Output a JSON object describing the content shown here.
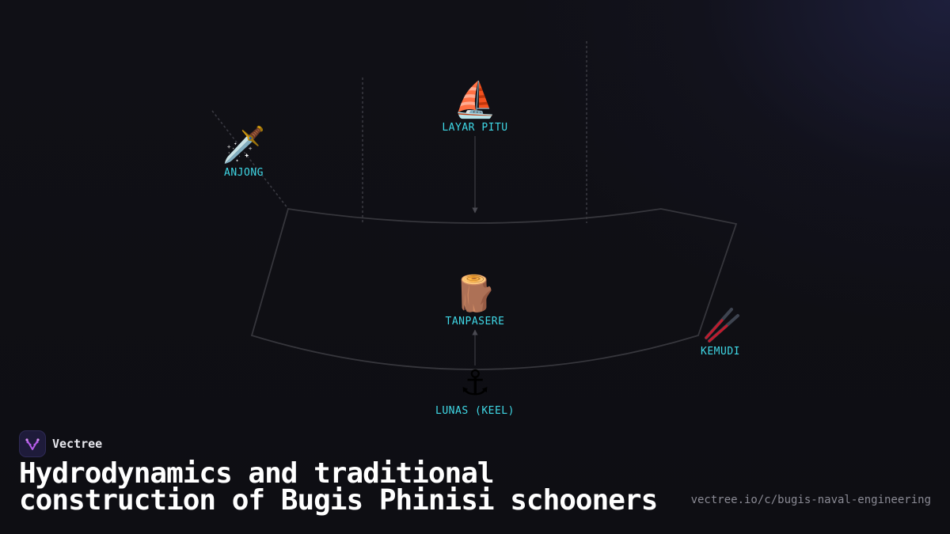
{
  "brand": {
    "name": "Vectree",
    "logo_icon": "vectree-logo-icon",
    "logo_color": "#b45be8"
  },
  "title": "Hydrodynamics and traditional construction of Bugis Phinisi schooners",
  "url": "vectree.io/c/bugis-naval-engineering",
  "colors": {
    "label": "#3fd8e6",
    "line": "#3a3a40",
    "background": "#0e0e13"
  },
  "nodes": {
    "layar_pitu": {
      "label": "LAYAR PITU",
      "icon": "sailboat-icon",
      "glyph": "⛵"
    },
    "anjong": {
      "label": "ANJONG",
      "icon": "dagger-icon",
      "glyph": "🗡️"
    },
    "tanpasere": {
      "label": "TANPASERE",
      "icon": "wood-log-icon",
      "glyph": "🪵"
    },
    "lunas": {
      "label": "LUNAS (KEEL)",
      "icon": "anchor-icon",
      "glyph": "⚓"
    },
    "kemudi": {
      "label": "KEMUDI",
      "icon": "rudder-icon",
      "glyph": ""
    }
  }
}
